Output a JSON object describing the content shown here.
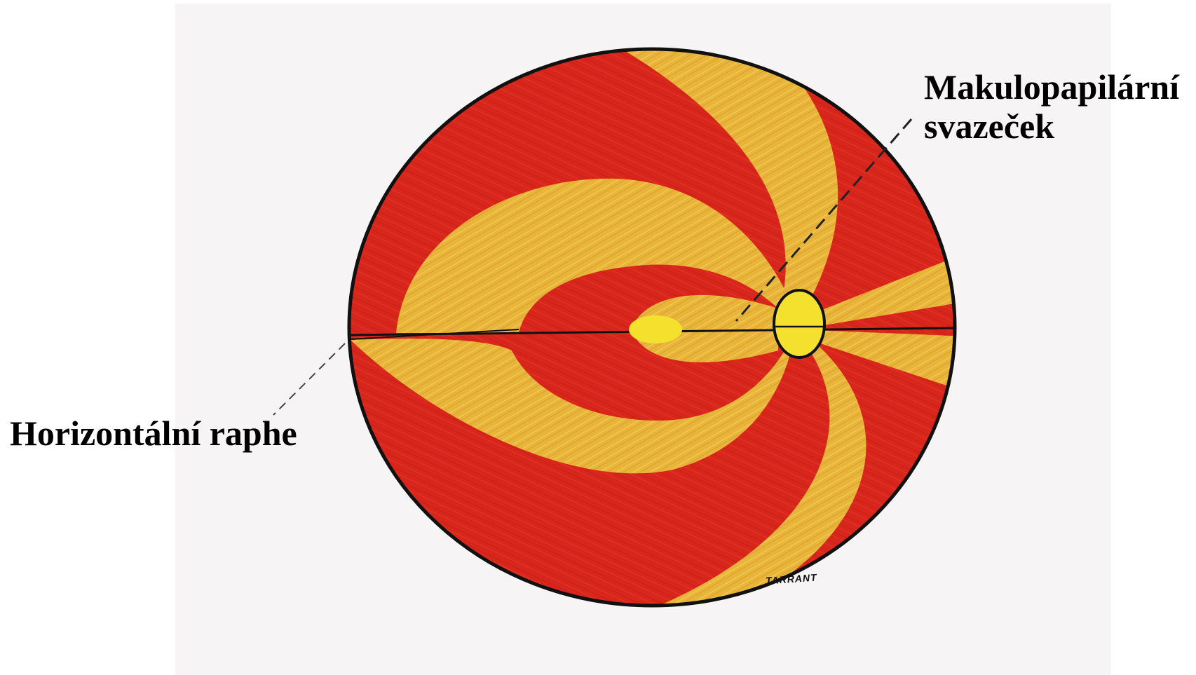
{
  "labels": {
    "macular_bundle": [
      "Makulopapilární",
      "svazeček"
    ],
    "horizontal_raphe": "Horizontální raphe"
  },
  "signature": "TARRANT",
  "colors": {
    "background": "#f6f4f4",
    "red_band": "#d9261c",
    "yellow_band": "#e8b43a",
    "disc": "#f4e12e",
    "outline": "#111111"
  }
}
